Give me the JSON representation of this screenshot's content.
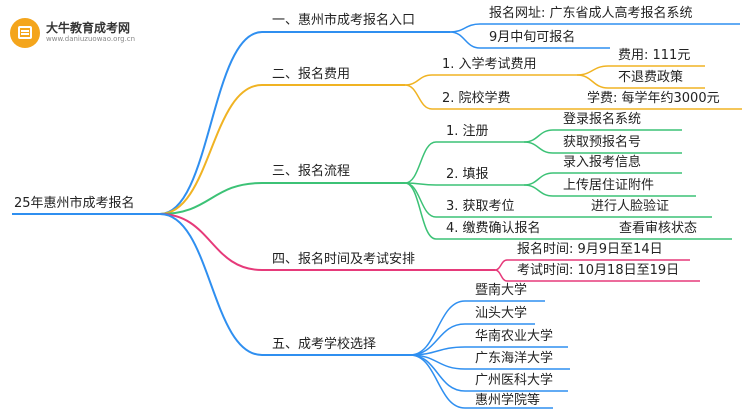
{
  "logo": {
    "name": "大牛教育成考网",
    "url": "www.daniuzuowao.org.cn"
  },
  "root": {
    "label": "25年惠州市成考报名"
  },
  "colors": {
    "b1": "#2f8ff0",
    "b2": "#f0b323",
    "b3": "#3cc276",
    "b4": "#e63a7a",
    "b5": "#2f8ff0"
  },
  "branches": [
    {
      "label": "一、惠州市成考报名入口",
      "children": [
        {
          "label": "报名网址: 广东省成人高考报名系统"
        },
        {
          "label": "9月中旬可报名"
        }
      ]
    },
    {
      "label": "二、报名费用",
      "children": [
        {
          "label": "1. 入学考试费用",
          "children": [
            {
              "label": "费用: 111元"
            },
            {
              "label": "不退费政策"
            }
          ]
        },
        {
          "label": "2. 院校学费",
          "children": [
            {
              "label": "学费: 每学年约3000元"
            }
          ]
        }
      ]
    },
    {
      "label": "三、报名流程",
      "children": [
        {
          "label": "1. 注册",
          "children": [
            {
              "label": "登录报名系统"
            },
            {
              "label": "获取预报名号"
            }
          ]
        },
        {
          "label": "2. 填报",
          "children": [
            {
              "label": "录入报考信息"
            },
            {
              "label": "上传居住证附件"
            }
          ]
        },
        {
          "label": "3. 获取考位",
          "children": [
            {
              "label": "进行人脸验证"
            }
          ]
        },
        {
          "label": "4. 缴费确认报名",
          "children": [
            {
              "label": "查看审核状态"
            }
          ]
        }
      ]
    },
    {
      "label": "四、报名时间及考试安排",
      "children": [
        {
          "label": "报名时间: 9月9日至14日"
        },
        {
          "label": "考试时间: 10月18日至19日"
        }
      ]
    },
    {
      "label": "五、成考学校选择",
      "children": [
        {
          "label": "暨南大学"
        },
        {
          "label": "汕头大学"
        },
        {
          "label": "华南农业大学"
        },
        {
          "label": "广东海洋大学"
        },
        {
          "label": "广州医科大学"
        },
        {
          "label": "惠州学院等"
        }
      ]
    }
  ]
}
